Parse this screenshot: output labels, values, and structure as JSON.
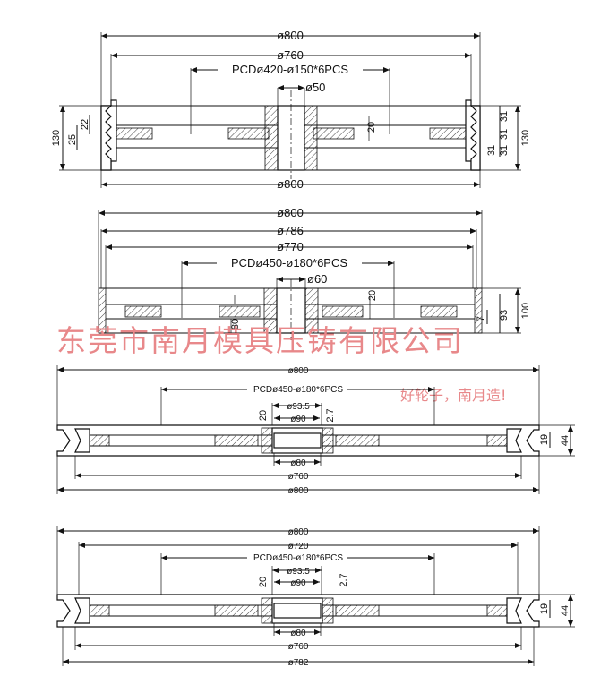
{
  "drawing1": {
    "dim_outer_top": "ø800",
    "dim_groove": "ø760",
    "dim_pcd": "PCDø420-ø150*6PCS",
    "dim_bore": "ø50",
    "dim_web": "20",
    "dim_outer_bottom": "ø800",
    "dim_height_left": "130",
    "dim_height_right": "130",
    "dim_left_a": "25",
    "dim_left_b": "22",
    "dim_right_a": "31",
    "dim_right_b": "31",
    "dim_right_c": "31",
    "dim_right_d": "31"
  },
  "drawing2": {
    "dim_outer": "ø800",
    "dim_786": "ø786",
    "dim_770": "ø770",
    "dim_pcd": "PCDø450-ø180*6PCS",
    "dim_bore": "ø60",
    "dim_web": "20",
    "dim_hub": "80",
    "dim_height": "100",
    "dim_93": "93",
    "dim_7": "7"
  },
  "drawing3": {
    "dim_outer_top": "ø800",
    "dim_pcd": "PCDø450-ø180*6PCS",
    "dim_93_5": "ø93.5",
    "dim_90": "ø90",
    "dim_20": "20",
    "dim_2_7": "2.7",
    "dim_80": "ø80",
    "dim_760": "ø760",
    "dim_outer_bottom": "ø800",
    "dim_19": "19",
    "dim_44": "44"
  },
  "drawing4": {
    "dim_outer_top": "ø800",
    "dim_720": "ø720",
    "dim_pcd": "PCDø450-ø180*6PCS",
    "dim_93_5": "ø93.5",
    "dim_90": "ø90",
    "dim_20": "20",
    "dim_2_7": "2.7",
    "dim_80": "ø80",
    "dim_760": "ø760",
    "dim_782": "ø782",
    "dim_19": "19",
    "dim_44": "44"
  },
  "watermark": {
    "company": "东莞市南月模具压铸有限公司",
    "slogan": "好轮子，南月造!"
  },
  "colors": {
    "line": "#111111",
    "watermark": "#e8888a"
  }
}
